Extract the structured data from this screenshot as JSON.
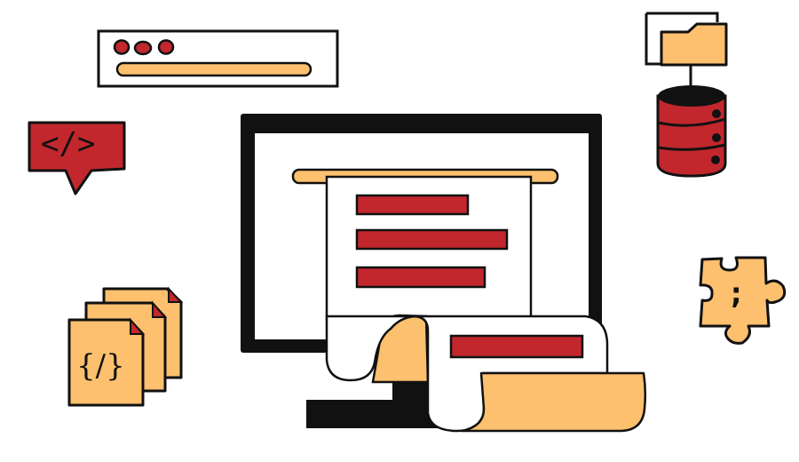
{
  "colors": {
    "red": "#c1272d",
    "orange": "#fcc06e",
    "black": "#111111",
    "white": "#ffffff"
  },
  "code_bubble": {
    "symbol": "</>"
  },
  "code_files": {
    "symbol": "{/}",
    "count": 3
  },
  "puzzle_piece": {
    "symbol": ";"
  },
  "browser_window": {
    "dots": 3
  },
  "document": {
    "lines": 3,
    "scroll_lines": 1
  },
  "database": {
    "segments": 3
  }
}
